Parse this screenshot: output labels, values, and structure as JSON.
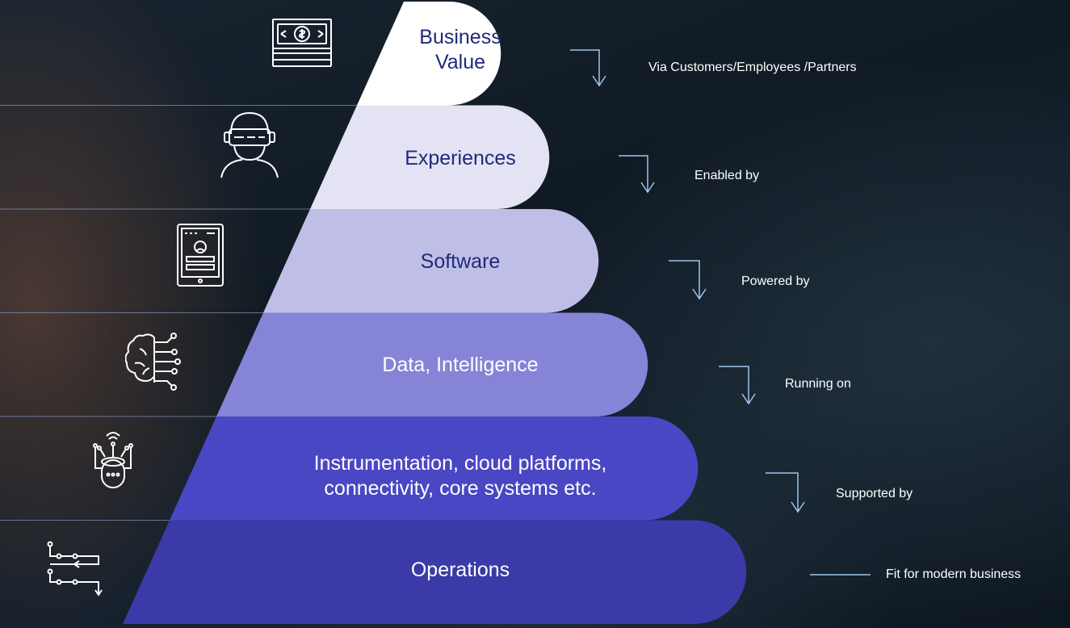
{
  "tiers": [
    {
      "label": "Business Value",
      "label_lines": [
        "Business",
        "Value"
      ],
      "color": "#ffffff",
      "icon": "money-icon"
    },
    {
      "label": "Experiences",
      "label_lines": [
        "Experiences"
      ],
      "color": "#e4e3f4",
      "icon": "vr-headset-icon"
    },
    {
      "label": "Software",
      "label_lines": [
        "Software"
      ],
      "color": "#bfbee6",
      "icon": "tablet-app-icon"
    },
    {
      "label": "Data, Intelligence",
      "label_lines": [
        "Data, Intelligence"
      ],
      "color": "#8684d6",
      "icon": "ai-brain-icon"
    },
    {
      "label": "Instrumentation, cloud platforms, connectivity, core systems etc.",
      "label_lines": [
        "Instrumentation, cloud platforms,",
        "connectivity, core systems etc."
      ],
      "color": "#4a47c4",
      "icon": "iot-device-icon"
    },
    {
      "label": "Operations",
      "label_lines": [
        "Operations"
      ],
      "color": "#3b3aa8",
      "icon": "process-flow-icon"
    }
  ],
  "connectors": [
    "Via Customers/Employees /Partners",
    "Enabled by",
    "Powered by",
    "Running on",
    "Supported by",
    "Fit for modern business"
  ],
  "colors": {
    "text_dark": "#1f2a7a",
    "text_light": "#ffffff",
    "arrow": "#9fc3ea",
    "divider": "#7f9bc0"
  }
}
